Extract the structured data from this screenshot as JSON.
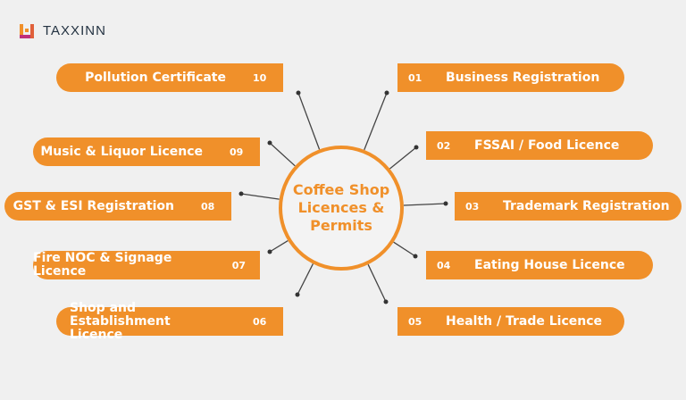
{
  "brand": {
    "name": "TAXXINN"
  },
  "center": {
    "title": "Coffee Shop Licences & Permits"
  },
  "items": [
    {
      "num": "01",
      "label": "Business Registration"
    },
    {
      "num": "02",
      "label": "FSSAI / Food Licence"
    },
    {
      "num": "03",
      "label": "Trademark Registration"
    },
    {
      "num": "04",
      "label": "Eating House Licence"
    },
    {
      "num": "05",
      "label": "Health / Trade Licence"
    },
    {
      "num": "06",
      "label": "Shop and Establishment Licence"
    },
    {
      "num": "07",
      "label": "Fire NOC & Signage Licence"
    },
    {
      "num": "08",
      "label": "GST & ESI Registration"
    },
    {
      "num": "09",
      "label": "Music & Liquor Licence"
    },
    {
      "num": "10",
      "label": "Pollution Certificate"
    }
  ],
  "colors": {
    "accent": "#f0902a",
    "text": "#243342"
  }
}
